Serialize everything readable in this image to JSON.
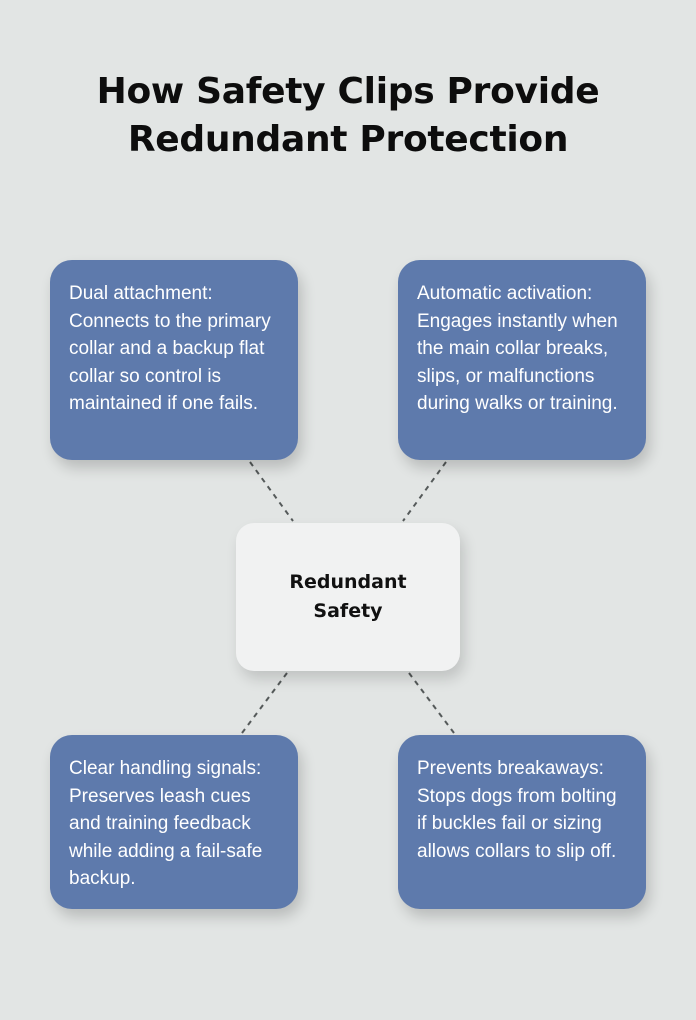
{
  "title": {
    "line1": "How Safety Clips Provide",
    "line2": "Redundant Protection"
  },
  "center": {
    "line1": "Redundant",
    "line2": "Safety"
  },
  "nodes": [
    {
      "position": "top-left",
      "text": "Dual attachment: Connects to the primary collar and a backup flat collar so control is maintained if one fails."
    },
    {
      "position": "top-right",
      "text": "Automatic activation: Engages instantly when the main collar breaks, slips, or malfunctions during walks or training."
    },
    {
      "position": "bottom-left",
      "text": "Clear handling signals: Preserves leash cues and training feedback while adding a fail-safe backup."
    },
    {
      "position": "bottom-right",
      "text": "Prevents breakaways: Stops dogs from bolting if buckles fail or sizing allows collars to slip off."
    }
  ],
  "colors": {
    "background": "#e2e5e4",
    "node_fill": "#5e7aac",
    "center_fill": "#f1f2f2",
    "connector": "#555a5a"
  }
}
